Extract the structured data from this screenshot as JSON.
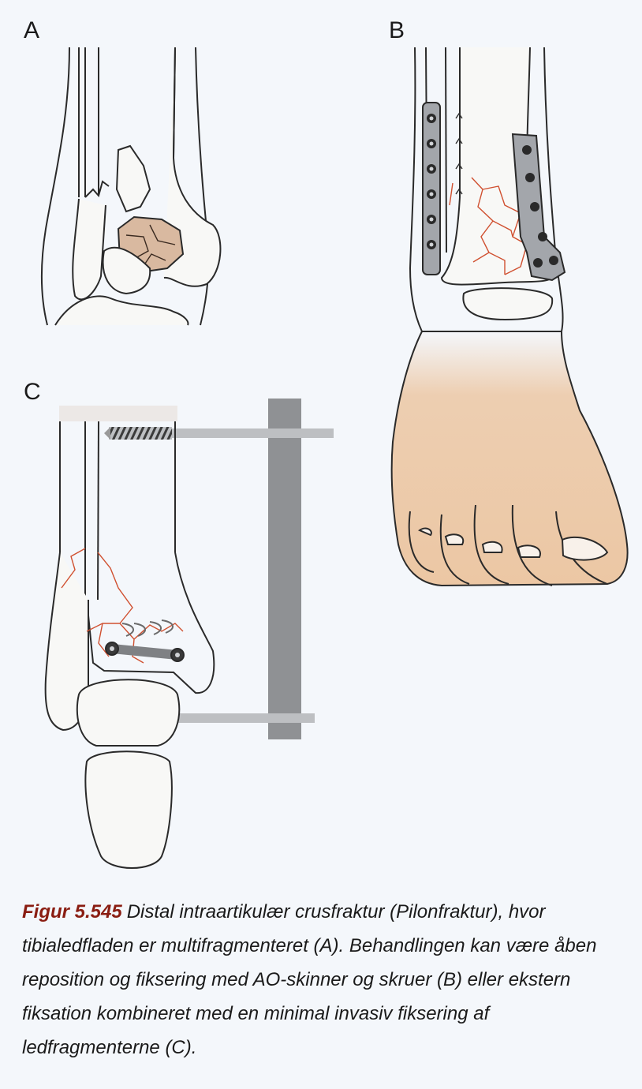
{
  "panels": {
    "a": "A",
    "b": "B",
    "c": "C"
  },
  "caption": {
    "label": "Figur 5.545",
    "text": "Distal intraartikulær crusfraktur (Pilonfraktur), hvor tibialedfladen er multifragmenteret (A). Behandlingen kan være åben reposition og fiksering med AO-skinner og skruer (B) eller ekstern fiksation kombineret med en minimal invasiv fiksering af ledfragmenterne (C)."
  },
  "colors": {
    "fracture": "#d05030",
    "fragment_fill": "#d9b9a0",
    "plate": "#a3a6ab",
    "skin": "#ecc7a4",
    "fixator": "#8f9194"
  }
}
